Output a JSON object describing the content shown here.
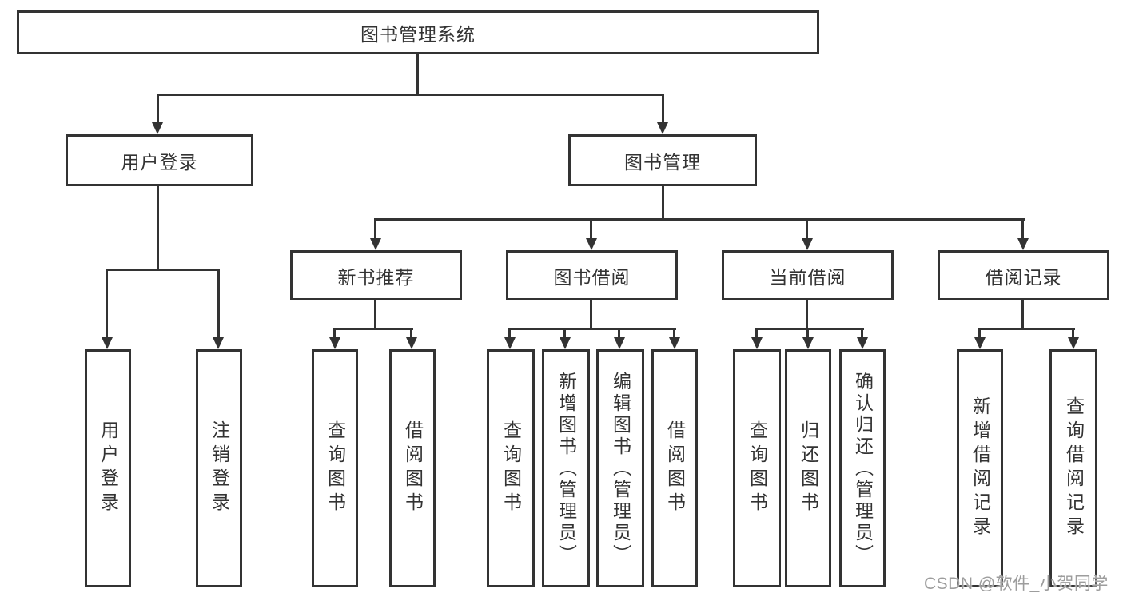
{
  "diagram": {
    "title": "图书管理系统",
    "branches": [
      {
        "label": "用户登录",
        "children": [
          {
            "label": "用户登录"
          },
          {
            "label": "注销登录"
          }
        ]
      },
      {
        "label": "图书管理",
        "children": [
          {
            "label": "新书推荐",
            "children": [
              {
                "label": "查询图书"
              },
              {
                "label": "借阅图书"
              }
            ]
          },
          {
            "label": "图书借阅",
            "children": [
              {
                "label": "查询图书"
              },
              {
                "label": "新增图书（管理员）"
              },
              {
                "label": "编辑图书（管理员）"
              },
              {
                "label": "借阅图书"
              }
            ]
          },
          {
            "label": "当前借阅",
            "children": [
              {
                "label": "查询图书"
              },
              {
                "label": "归还图书"
              },
              {
                "label": "确认归还（管理员）"
              }
            ]
          },
          {
            "label": "借阅记录",
            "children": [
              {
                "label": "新增借阅记录"
              },
              {
                "label": "查询借阅记录"
              }
            ]
          }
        ]
      }
    ]
  },
  "watermark": {
    "text": "CSDN @软件_小贺同学"
  },
  "colors": {
    "line": "#333333",
    "text": "#333333",
    "watermark": "#9d9d9d",
    "background": "#ffffff"
  }
}
